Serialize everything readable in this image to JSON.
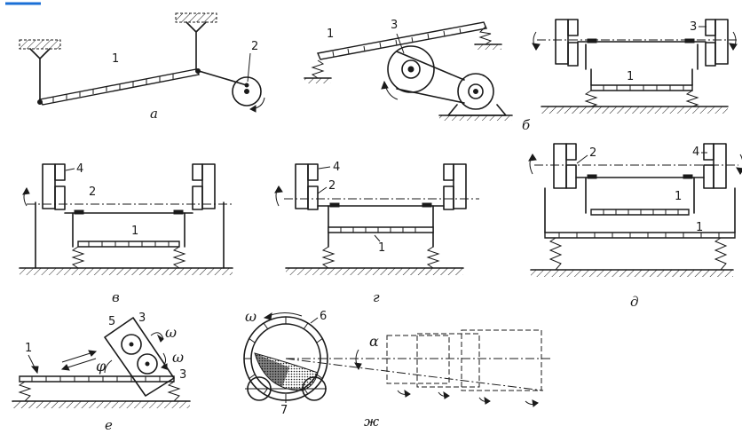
{
  "accent": "#1a6fd6",
  "panels": {
    "a": {
      "caption": "a",
      "labels": [
        "1",
        "2"
      ]
    },
    "b": {
      "caption": "б",
      "labels": [
        "1",
        "3"
      ]
    },
    "c": {
      "labels": [
        "3",
        "1"
      ]
    },
    "d": {
      "caption": "в",
      "labels": [
        "4",
        "2",
        "1"
      ]
    },
    "e": {
      "caption": "г",
      "labels": [
        "4",
        "2",
        "1"
      ]
    },
    "f": {
      "caption": "д",
      "labels": [
        "2",
        "4",
        "1",
        "1"
      ]
    },
    "g": {
      "caption": "е",
      "labels": [
        "1",
        "5",
        "3",
        "3"
      ],
      "symbols": [
        "ω",
        "ω",
        "φ"
      ]
    },
    "h": {
      "caption": "ж",
      "labels": [
        "6",
        "7"
      ],
      "symbols": [
        "ω",
        "α"
      ]
    }
  }
}
